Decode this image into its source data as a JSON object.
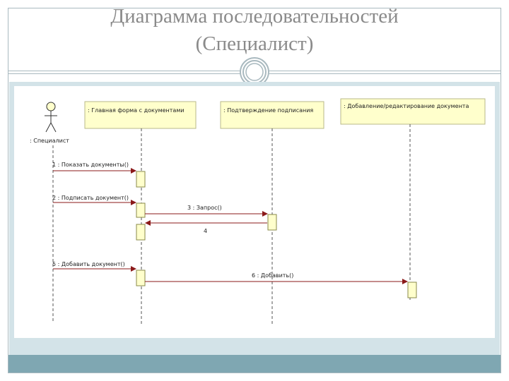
{
  "slide": {
    "title_line1": "Диаграмма последовательностей",
    "title_line2": "(Специалист)"
  },
  "diagram": {
    "actor": ": Специалист",
    "lifelines": [
      ": Главная форма с документами",
      ": Подтверждение подписания",
      ": Добавление/редактирование документа"
    ],
    "messages": [
      "1 : Показать документы()",
      "2 : Подписать документ()",
      "3 : Запрос()",
      "4",
      "5 : Добавить документ()",
      "6 : Добавить()"
    ]
  },
  "colors": {
    "panel": "#d3e3e8",
    "footer": "#7fa7b2",
    "lifeline_fill": "#ffffcc",
    "message_line": "#8b1a1a"
  }
}
